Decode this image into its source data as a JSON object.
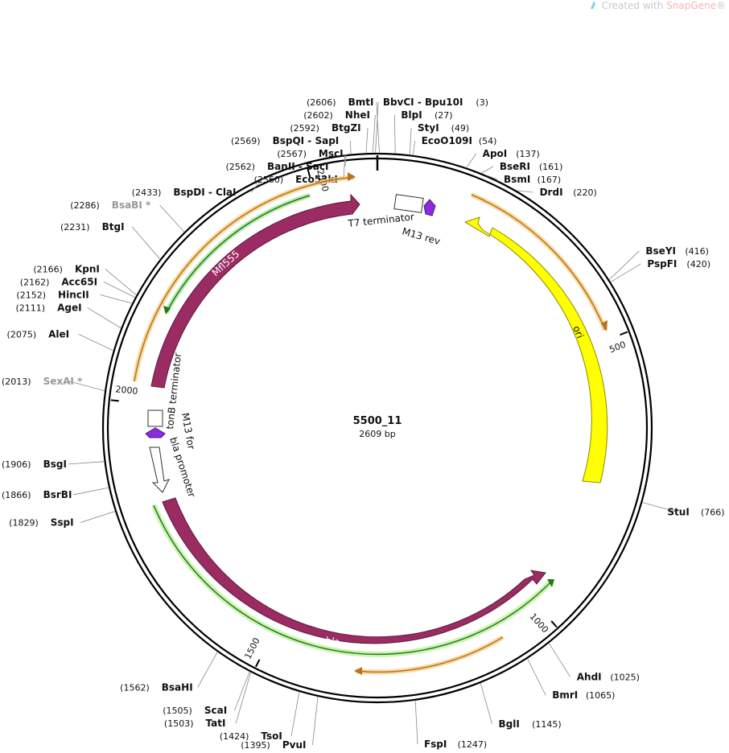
{
  "brand": {
    "prefix": "Created with ",
    "name": "SnapGene",
    "suffix": "®"
  },
  "plasmid": {
    "name": "5500_11",
    "length_label": "2609 bp",
    "length": 2609
  },
  "colors": {
    "backbone": "#000000",
    "mf_feature": "#9b2c63",
    "ori": "#ffff00",
    "orange_primer": "#f5a623",
    "green_primer": "#2e9e1e",
    "purple_marker": "#8c2be2",
    "site_line": "#888888",
    "grey_site": "#999999"
  },
  "ticks": [
    {
      "pos": 500,
      "label": "500"
    },
    {
      "pos": 1000,
      "label": "1000"
    },
    {
      "pos": 1500,
      "label": "1500"
    },
    {
      "pos": 2000,
      "label": "2000"
    },
    {
      "pos": 2500,
      "label": "2500"
    }
  ],
  "sites": [
    {
      "name": "BbvCI - Bpu10I",
      "pos": 3,
      "pos_label": "(3)",
      "side": "right"
    },
    {
      "name": "BlpI",
      "pos": 27,
      "pos_label": "(27)",
      "side": "right"
    },
    {
      "name": "StyI",
      "pos": 49,
      "pos_label": "(49)",
      "side": "right"
    },
    {
      "name": "EcoO109I",
      "pos": 54,
      "pos_label": "(54)",
      "side": "right"
    },
    {
      "name": "ApoI",
      "pos": 137,
      "pos_label": "(137)",
      "side": "right"
    },
    {
      "name": "BseRI",
      "pos": 161,
      "pos_label": "(161)",
      "side": "right"
    },
    {
      "name": "BsmI",
      "pos": 167,
      "pos_label": "(167)",
      "side": "right"
    },
    {
      "name": "DrdI",
      "pos": 220,
      "pos_label": "(220)",
      "side": "right"
    },
    {
      "name": "BseYI",
      "pos": 416,
      "pos_label": "(416)",
      "side": "right"
    },
    {
      "name": "PspFI",
      "pos": 420,
      "pos_label": "(420)",
      "side": "right"
    },
    {
      "name": "StuI",
      "pos": 766,
      "pos_label": "(766)",
      "side": "right"
    },
    {
      "name": "AhdI",
      "pos": 1025,
      "pos_label": "(1025)",
      "side": "right"
    },
    {
      "name": "BmrI",
      "pos": 1065,
      "pos_label": "(1065)",
      "side": "right"
    },
    {
      "name": "BglI",
      "pos": 1145,
      "pos_label": "(1145)",
      "side": "right"
    },
    {
      "name": "FspI",
      "pos": 1247,
      "pos_label": "(1247)",
      "side": "right"
    },
    {
      "name": "PvuI",
      "pos": 1395,
      "pos_label": "(1395)",
      "side": "left"
    },
    {
      "name": "TsoI",
      "pos": 1424,
      "pos_label": "(1424)",
      "side": "left"
    },
    {
      "name": "TatI",
      "pos": 1503,
      "pos_label": "(1503)",
      "side": "left"
    },
    {
      "name": "ScaI",
      "pos": 1505,
      "pos_label": "(1505)",
      "side": "left"
    },
    {
      "name": "BsaHI",
      "pos": 1562,
      "pos_label": "(1562)",
      "side": "left"
    },
    {
      "name": "SspI",
      "pos": 1829,
      "pos_label": "(1829)",
      "side": "left"
    },
    {
      "name": "BsrBI",
      "pos": 1866,
      "pos_label": "(1866)",
      "side": "left"
    },
    {
      "name": "BsgI",
      "pos": 1906,
      "pos_label": "(1906)",
      "side": "left"
    },
    {
      "name": "SexAI *",
      "pos": 2013,
      "pos_label": "(2013)",
      "side": "left",
      "grey": true
    },
    {
      "name": "AleI",
      "pos": 2075,
      "pos_label": "(2075)",
      "side": "left"
    },
    {
      "name": "AgeI",
      "pos": 2111,
      "pos_label": "(2111)",
      "side": "left"
    },
    {
      "name": "HincII",
      "pos": 2152,
      "pos_label": "(2152)",
      "side": "left"
    },
    {
      "name": "Acc65I",
      "pos": 2162,
      "pos_label": "(2162)",
      "side": "left"
    },
    {
      "name": "KpnI",
      "pos": 2166,
      "pos_label": "(2166)",
      "side": "left"
    },
    {
      "name": "BtgI",
      "pos": 2231,
      "pos_label": "(2231)",
      "side": "left"
    },
    {
      "name": "BsaBI *",
      "pos": 2286,
      "pos_label": "(2286)",
      "side": "left",
      "grey": true
    },
    {
      "name": "BspDI - ClaI",
      "pos": 2433,
      "pos_label": "(2433)",
      "side": "left"
    },
    {
      "name": "Eco53kI",
      "pos": 2560,
      "pos_label": "(2560)",
      "side": "left"
    },
    {
      "name": "BanII - SacI",
      "pos": 2562,
      "pos_label": "(2562)",
      "side": "left"
    },
    {
      "name": "MscI",
      "pos": 2567,
      "pos_label": "(2567)",
      "side": "left"
    },
    {
      "name": "BspQI - SapI",
      "pos": 2569,
      "pos_label": "(2569)",
      "side": "left"
    },
    {
      "name": "BtgZI",
      "pos": 2592,
      "pos_label": "(2592)",
      "side": "left"
    },
    {
      "name": "NheI",
      "pos": 2602,
      "pos_label": "(2602)",
      "side": "left"
    },
    {
      "name": "BmtI",
      "pos": 2606,
      "pos_label": "(2606)",
      "side": "left"
    }
  ],
  "features": {
    "mf": {
      "label": "Mfl555"
    },
    "bla": {
      "label": "bla"
    },
    "ori": {
      "label": "ori"
    },
    "t7_terminator": {
      "label": "T7 terminator"
    },
    "m13_rev": {
      "label": "M13 rev"
    },
    "m13_for": {
      "label": "M13 for"
    },
    "tonb_terminator": {
      "label": "tonB terminator"
    },
    "bla_promoter": {
      "label": "bla promoter"
    }
  }
}
